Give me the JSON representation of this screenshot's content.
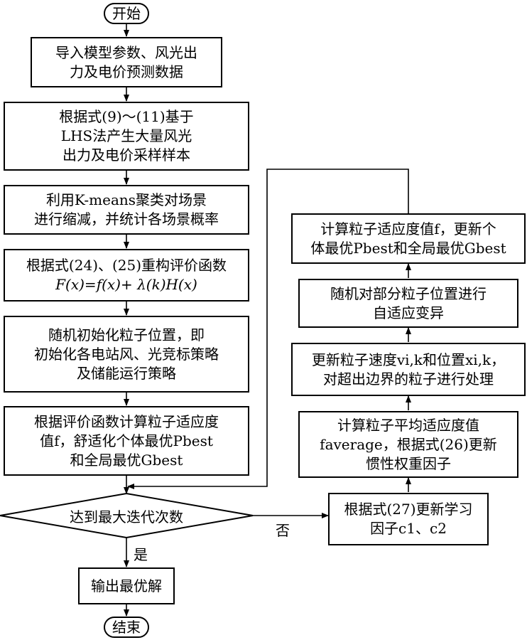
{
  "diagram": {
    "start": "开始",
    "steps": {
      "import": [
        "导入模型参数、风光出",
        "力及电价预测数据"
      ],
      "lhs": [
        "根据式(9)～(11)基于",
        "LHS法产生大量风光",
        "出力及电价采样样本"
      ],
      "kmeans": [
        "利用K-means聚类对场景",
        "进行缩减，并统计各场景概率"
      ],
      "rebuild": [
        "根据式(24)、(25)重构评价函数",
        "F(x)=f(x)+ λ(k)H(x)"
      ],
      "init": [
        "随机初始化粒子位置，即",
        "初始化各电站风、光竞标策略",
        "及储能运行策略"
      ],
      "fitness": [
        "根据评价函数计算粒子适应度",
        "值f，舒适化个体最优Pbest",
        "和全局最优Gbest"
      ],
      "output": "输出最优解",
      "update_learning": [
        "根据式(27)更新学习",
        "因子c1、c2"
      ],
      "avg_fitness": [
        "计算粒子平均适应度值",
        "faverage，根据式(26)更新",
        "惯性权重因子"
      ],
      "update_velocity": [
        "更新粒子速度vi,k和位置xi,k，",
        "对超出边界的粒子进行处理"
      ],
      "mutate": [
        "随机对部分粒子位置进行",
        "自适应变异"
      ],
      "recompute": [
        "计算粒子适应度值f，更新个",
        "体最优Pbest和全局最优Gbest"
      ]
    },
    "decision": "达到最大迭代次数",
    "yes_label": "是",
    "no_label": "否",
    "end": "结束"
  }
}
